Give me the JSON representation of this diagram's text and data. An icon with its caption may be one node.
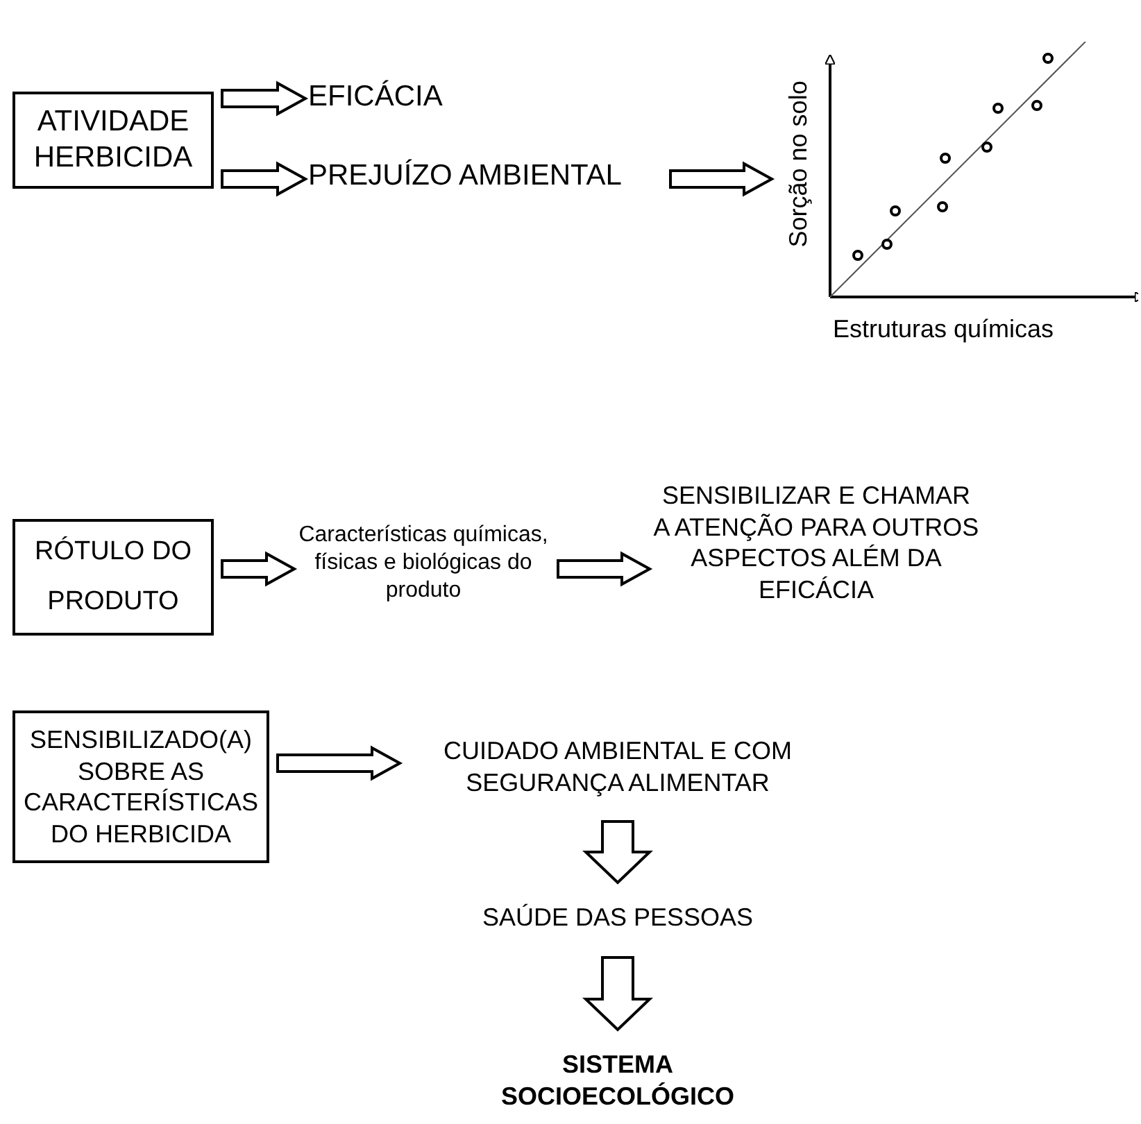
{
  "diagram": {
    "nodes": [
      {
        "text": [
          "ATIVIDADE HERBICIDA"
        ]
      },
      {
        "text": [
          "EFICÁCIA"
        ]
      },
      {
        "text": [
          "PREJUÍZO AMBIENTAL"
        ]
      },
      {
        "text": [
          "Sorção no solo",
          "Estruturas químicas"
        ]
      },
      {
        "text": [
          "RÓTULO DO PRODUTO"
        ]
      },
      {
        "text": [
          "Características químicas, físicas e biológicas do produto"
        ]
      },
      {
        "text": [
          "SENSIBILIZAR E CHAMAR A ATENÇÃO PARA OUTROS ASPECTOS ALÉM DA EFICÁCIA"
        ]
      },
      {
        "text": [
          "SENSIBILIZADO(A) SOBRE AS CARACTERÍSTICAS DO HERBICIDA"
        ]
      },
      {
        "text": [
          "CUIDADO AMBIENTAL E COM SEGURANÇA ALIMENTAR"
        ]
      },
      {
        "text": [
          "SAÚDE DAS PESSOAS"
        ]
      },
      {
        "text": [
          "SISTEMA SOCIOECOLÓGICO"
        ]
      }
    ],
    "edges": [
      {
        "from": 0,
        "to": 1,
        "arrow": "to"
      },
      {
        "from": 0,
        "to": 2,
        "arrow": "to"
      },
      {
        "from": 2,
        "to": 3,
        "arrow": "to"
      },
      {
        "from": 4,
        "to": 5,
        "arrow": "to"
      },
      {
        "from": 5,
        "to": 6,
        "arrow": "to"
      },
      {
        "from": 7,
        "to": 8,
        "arrow": "to"
      },
      {
        "from": 8,
        "to": 9,
        "arrow": "to"
      },
      {
        "from": 9,
        "to": 10,
        "arrow": "to"
      }
    ]
  }
}
